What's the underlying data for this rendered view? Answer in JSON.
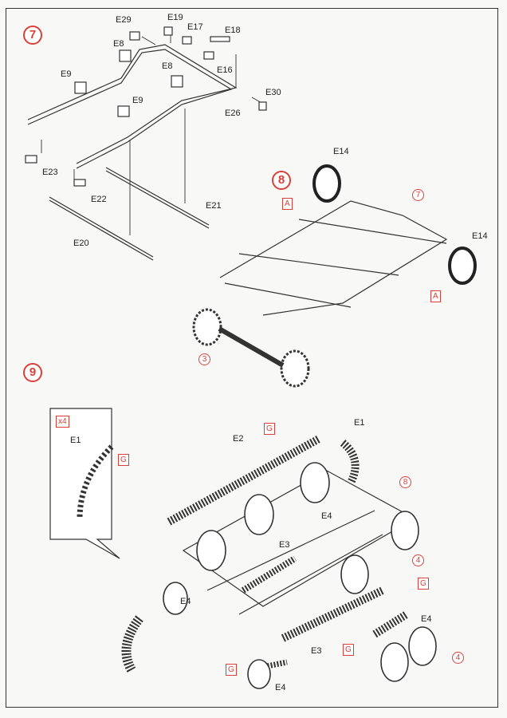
{
  "steps": [
    {
      "number": "7"
    },
    {
      "number": "8"
    },
    {
      "number": "9"
    }
  ],
  "step7": {
    "labels": [
      "E29",
      "E19",
      "E17",
      "E18",
      "E8",
      "E16",
      "E9",
      "E8",
      "E30",
      "E9",
      "E26",
      "E23",
      "E22",
      "E21",
      "E20"
    ]
  },
  "step8": {
    "labels": [
      "E14",
      "E14"
    ],
    "ref_boxes": [
      "A",
      "A"
    ],
    "ref_circles": [
      "7",
      "3"
    ]
  },
  "step9": {
    "inset": {
      "multiplier": "x4",
      "part": "E1",
      "glue": "G"
    },
    "labels": [
      "E2",
      "E1",
      "E4",
      "E3",
      "E4",
      "E4",
      "E3",
      "E4"
    ],
    "glue_boxes": [
      "G",
      "G",
      "G",
      "G"
    ],
    "ref_circles": [
      "8",
      "4",
      "4"
    ]
  },
  "colors": {
    "accent": "#d9403a",
    "line": "#333333"
  }
}
